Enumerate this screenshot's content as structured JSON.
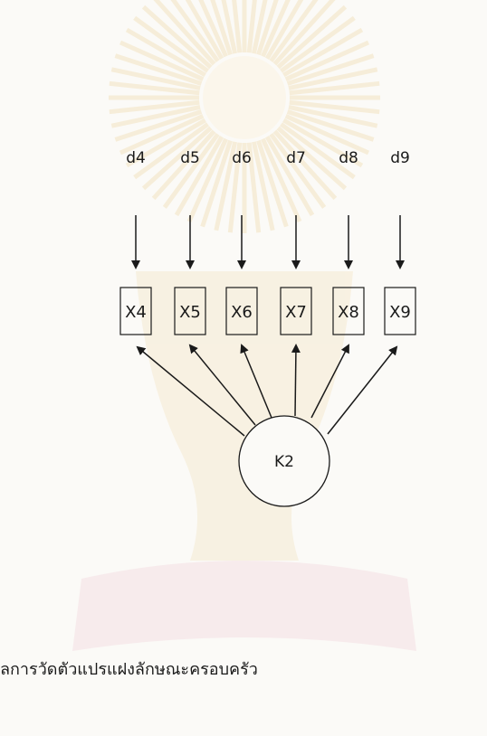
{
  "diagram": {
    "error_terms": [
      "d4",
      "d5",
      "d6",
      "d7",
      "d8",
      "d9"
    ],
    "indicators": [
      "X4",
      "X5",
      "X6",
      "X7",
      "X8",
      "X9"
    ],
    "latent": "K2",
    "caption": "ลการวัดตัวแปรแฝงลักษณะครอบครัว",
    "colors": {
      "ink": "#1a1a1a",
      "paper": "#fbfaf7",
      "watermark_gold": "#f3e4c2",
      "watermark_pink": "#f1d6de"
    }
  }
}
